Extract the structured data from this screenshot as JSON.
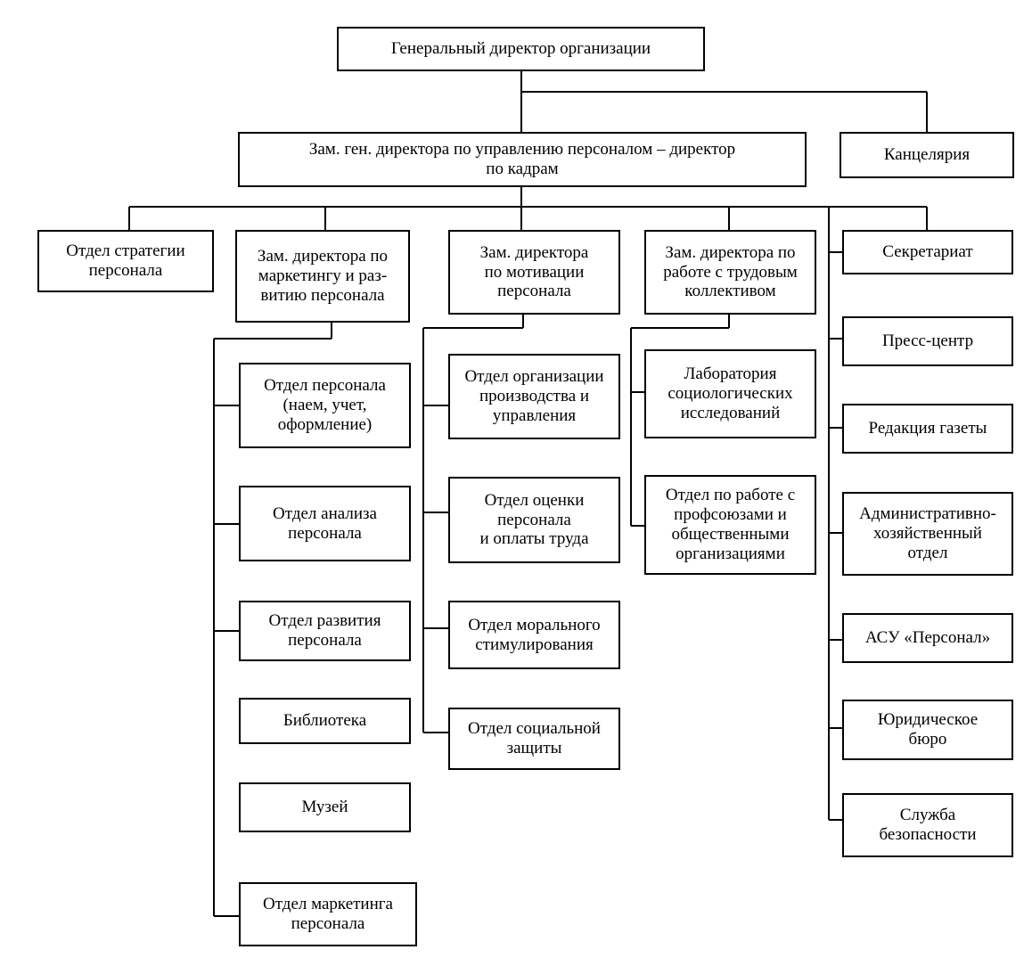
{
  "boxes": {
    "ceo": "Генеральный директор организации",
    "hr_director": "Зам. ген. директора по управлению персоналом – директор\nпо кадрам",
    "chancellery": "Канцелярия",
    "strategy": "Отдел стратегии\nперсонала",
    "marketing_deputy": "Зам. директора по\nмаркетингу и раз-\nвитию персонала",
    "motivation_deputy": "Зам. директора\nпо мотивации\nперсонала",
    "labor_deputy": "Зам. директора по\nработе с трудовым\nколлективом",
    "secretariat": "Секретариат",
    "personnel_dept": "Отдел персонала\n(наем, учет,\nоформление)",
    "analysis_dept": "Отдел анализа\nперсонала",
    "development_dept": "Отдел развития\nперсонала",
    "library": "Библиотека",
    "museum": "Музей",
    "marketing_dept": "Отдел маркетинга\nперсонала",
    "org_dept": "Отдел организации\nпроизводства и\nуправления",
    "evaluation_dept": "Отдел оценки\nперсонала\nи оплаты труда",
    "moral_dept": "Отдел морального\nстимулирования",
    "social_dept": "Отдел социальной\nзащиты",
    "sociology_lab": "Лаборатория\nсоциологических\nисследований",
    "unions_dept": "Отдел по работе с\nпрофсоюзами и\nобщественными\nорганизациями",
    "press_center": "Пресс-центр",
    "newspaper": "Редакция газеты",
    "admin_dept": "Административно-\nхозяйственный\nотдел",
    "asu": "АСУ «Персонал»",
    "legal": "Юридическое\nбюро",
    "security": "Служба\nбезопасности"
  }
}
